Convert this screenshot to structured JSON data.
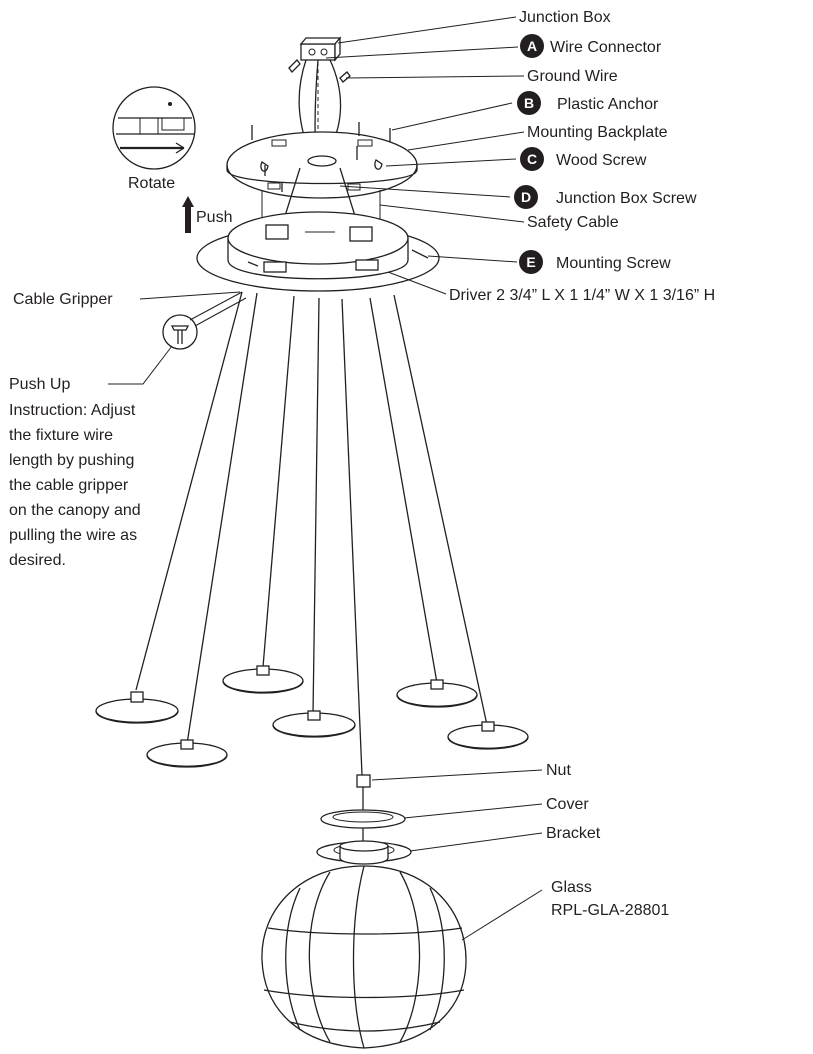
{
  "callouts": {
    "junction_box": "Junction Box",
    "wire_connector": {
      "letter": "A",
      "label": "Wire Connector"
    },
    "ground_wire": "Ground Wire",
    "plastic_anchor": {
      "letter": "B",
      "label": "Plastic Anchor"
    },
    "mounting_backplate": "Mounting Backplate",
    "wood_screw": {
      "letter": "C",
      "label": "Wood Screw"
    },
    "junction_box_screw": {
      "letter": "D",
      "label": "Junction Box Screw"
    },
    "safety_cable": "Safety Cable",
    "mounting_screw": {
      "letter": "E",
      "label": "Mounting Screw"
    },
    "driver": "Driver  2 3/4” L  X  1 1/4” W  X  1 3/16” H",
    "cable_gripper": "Cable Gripper",
    "rotate": "Rotate",
    "push": "Push",
    "nut": "Nut",
    "cover": "Cover",
    "bracket": "Bracket",
    "glass_line1": "Glass",
    "glass_line2": "RPL-GLA-28801"
  },
  "instruction": {
    "push_up": "Push Up",
    "lines": [
      "Instruction: Adjust",
      "the fixture wire",
      "length by pushing",
      "the cable gripper",
      "on the canopy and",
      "pulling the wire as",
      "desired."
    ]
  }
}
